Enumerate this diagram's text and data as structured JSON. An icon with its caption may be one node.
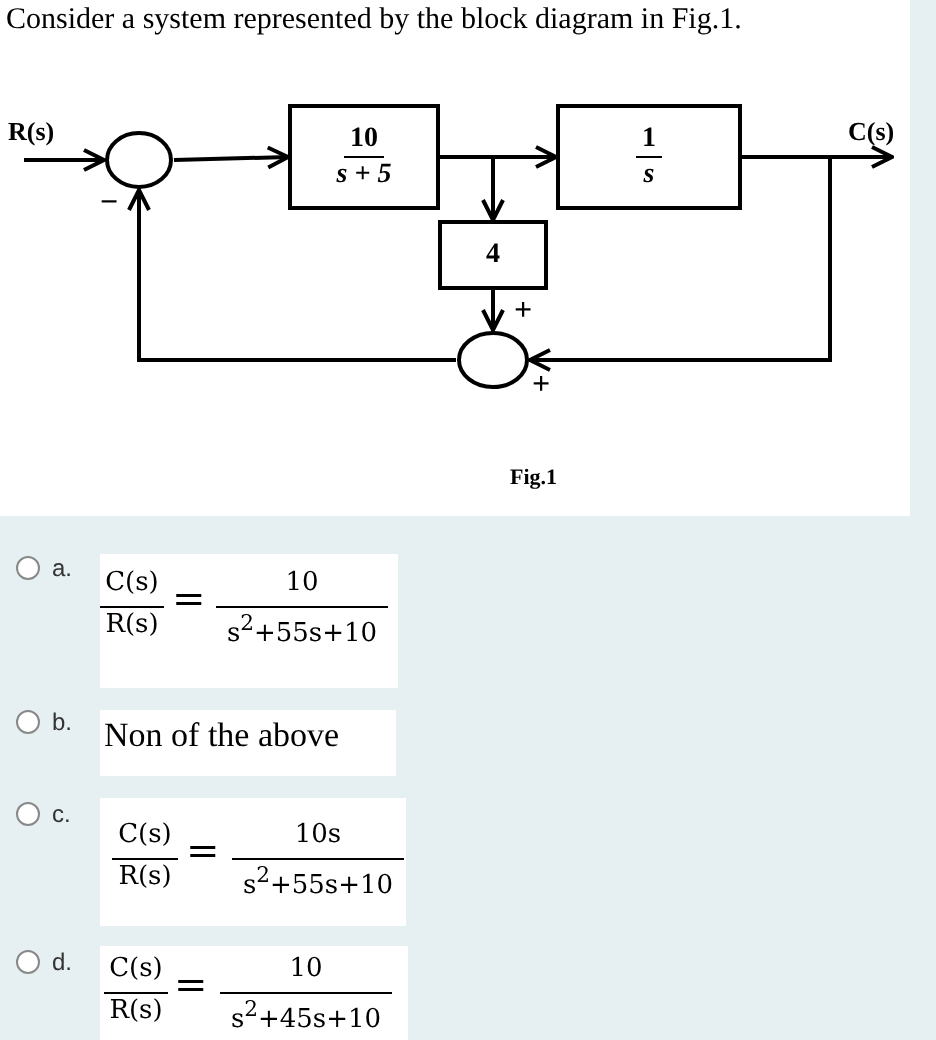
{
  "diagram": {
    "title": "Consider a system represented by the block diagram in Fig.1.",
    "caption": "Fig.1",
    "nodes": [
      {
        "text": [],
        "shape": "circle",
        "beside": [
          "−"
        ]
      },
      {
        "text": [
          "10",
          "s + 5"
        ]
      },
      {
        "text": [
          "1",
          "s"
        ]
      },
      {
        "text": [
          "4"
        ]
      },
      {
        "text": [],
        "shape": "circle",
        "beside": [
          "+",
          "+"
        ]
      }
    ],
    "edges": [
      {
        "from": null,
        "to": 0,
        "arrow": "to",
        "label": "R(s)"
      },
      {
        "from": 0,
        "to": 1,
        "arrow": "to"
      },
      {
        "from": 1,
        "to": 2,
        "arrow": "to"
      },
      {
        "from": 1,
        "to": 3,
        "arrow": "to"
      },
      {
        "from": 3,
        "to": 4,
        "arrow": "to"
      },
      {
        "from": 2,
        "to": null,
        "arrow": "to",
        "label": "C(s)"
      },
      {
        "from": 2,
        "to": 4,
        "arrow": "to"
      },
      {
        "from": 4,
        "to": 0,
        "arrow": "to"
      }
    ],
    "labels": [
      "a.",
      "C(s)",
      "R(s)",
      "=",
      "10",
      "s$^{2}$+55s+10",
      "b.",
      "Non of the above",
      "c.",
      "C(s)",
      "R(s)",
      "=",
      "10s",
      "s$^{2}$+55s+10",
      "d.",
      "C(s)",
      "R(s)",
      "=",
      "10",
      "s$^{2}$+45s+10"
    ]
  }
}
